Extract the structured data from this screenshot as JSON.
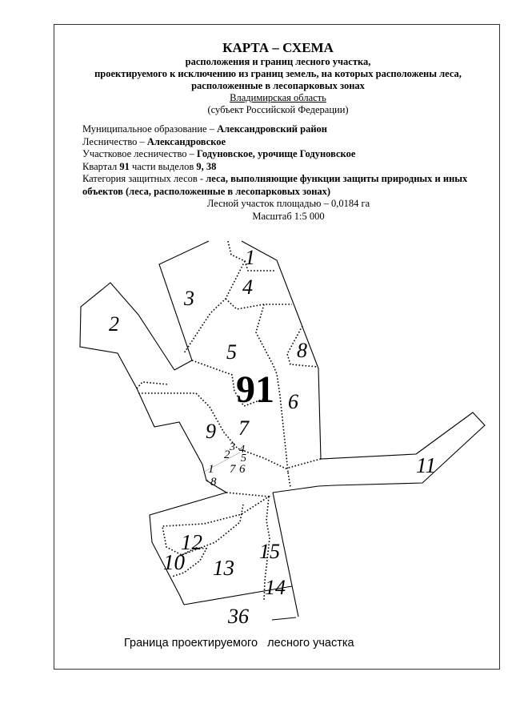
{
  "header": {
    "title": "КАРТА – СХЕМА",
    "subtitle_lines": [
      "расположения и границ лесного участка,",
      "проектируемого к исключению из границ земель, на которых расположены леса,",
      "расположенные в лесопарковых зонах"
    ],
    "region": "Владимирская область",
    "region_note": "(субъект Российской Федерации)"
  },
  "info": {
    "municipality_label": "Муниципальное образование – ",
    "municipality_value": "Александровский район",
    "forestry_label": "Лесничество – ",
    "forestry_value": "Александровское",
    "district_forestry_label": "Участковое лесничество – ",
    "district_forestry_value": "Годуновское, урочище Годуновское",
    "quarter_label_1": "Квартал ",
    "quarter_value": "91",
    "quarter_label_2": " части выделов ",
    "allotments_value": "9, 38",
    "category_label": "Категория защитных лесов - ",
    "category_value": "леса, выполняющие функции защиты природных и иных объектов (леса, расположенные в лесопарковых зонах)",
    "area": "Лесной участок площадью – 0,0184 га",
    "scale": "Масштаб 1:5 000"
  },
  "map": {
    "quarter_number": "91",
    "allotment_labels": [
      "1",
      "2",
      "3",
      "4",
      "5",
      "6",
      "7",
      "8",
      "9",
      "10",
      "11",
      "12",
      "13",
      "14",
      "15",
      "36"
    ],
    "small_labels": [
      "1",
      "2",
      "3",
      "4",
      "5",
      "6",
      "7",
      "8"
    ]
  },
  "legend": {
    "text": "Граница проектируемого   лесного участка"
  }
}
